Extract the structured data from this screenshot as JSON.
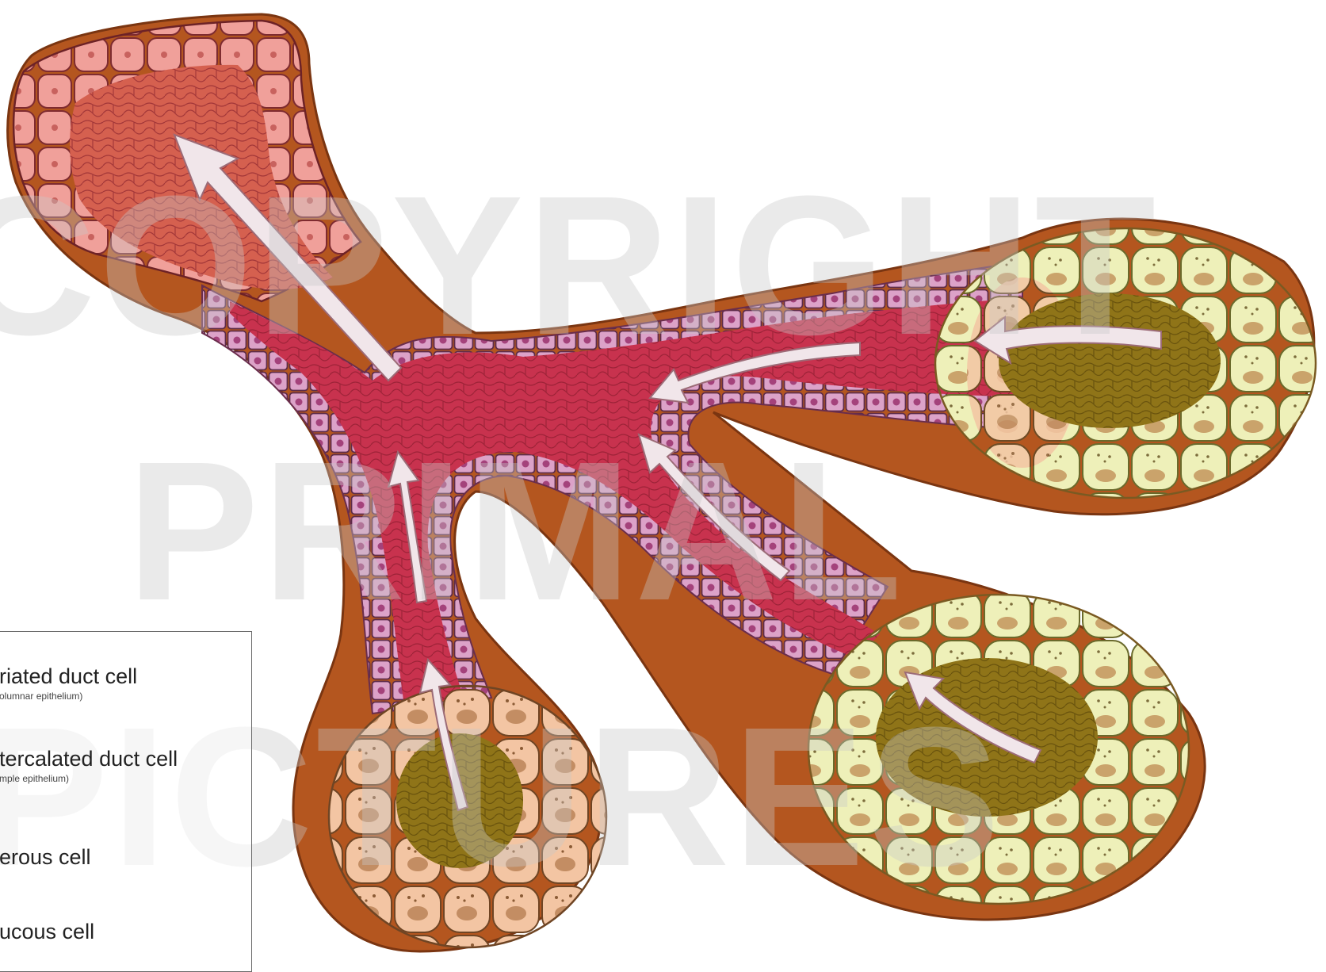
{
  "watermark": {
    "line1": "COPYRIGHT",
    "line2": "PRIMAL",
    "line3": "PICTURES"
  },
  "legend": {
    "items": [
      {
        "label": "riated duct cell",
        "sublabel": "olumnar epithelium)"
      },
      {
        "label": "tercalated duct cell",
        "sublabel": "mple epithelium)"
      },
      {
        "label": "erous cell",
        "sublabel": ""
      },
      {
        "label": "ucous cell",
        "sublabel": ""
      }
    ]
  },
  "colors": {
    "outer_wall": "#b4561f",
    "lumen_duct": "#c8324e",
    "lumen_striated": "#d5604f",
    "striated_cell": "#ef9a95",
    "intercalated_cell": "#d998c4",
    "serous_cell": "#f2c29f",
    "mucous_cell": "#eef0b8",
    "acinar_lumen": "#8f7418",
    "flow_arrow": "#f1e6ea"
  }
}
